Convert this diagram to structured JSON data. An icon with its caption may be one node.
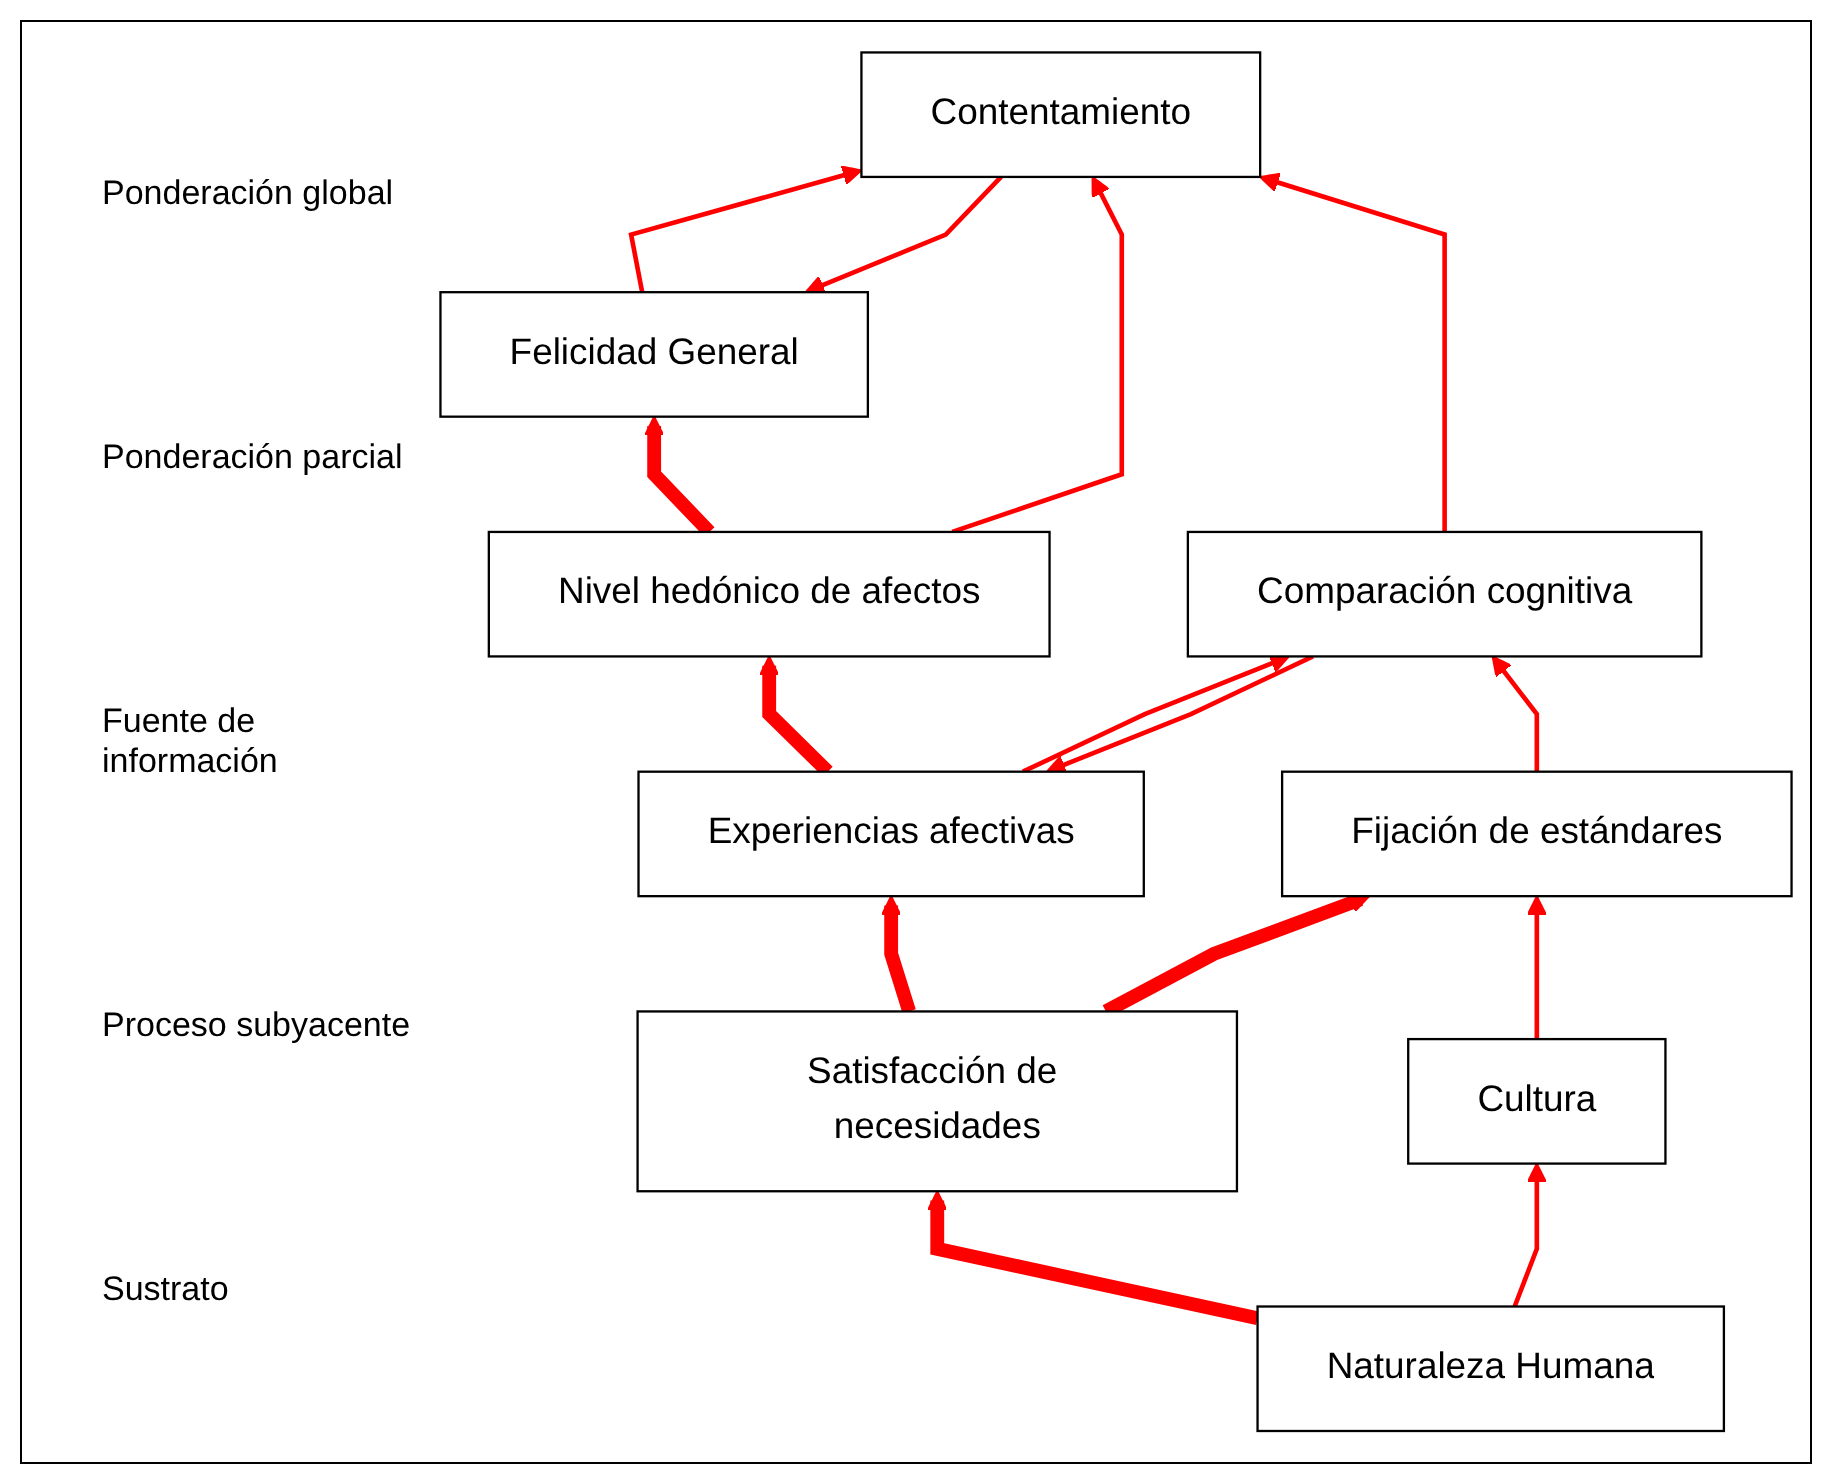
{
  "diagram": {
    "nodes": [
      {
        "text": [
          "Felicidad General"
        ]
      },
      {
        "text": [
          "Nivel hedónico de afectos"
        ]
      },
      {
        "text": [
          "Contentamiento"
        ]
      },
      {
        "text": [
          "Experiencias afectivas"
        ]
      },
      {
        "text": [
          "Comparación cognitiva"
        ]
      },
      {
        "text": [
          "Satisfacción de necesidades"
        ]
      },
      {
        "text": [
          "Fijación de estándares"
        ]
      },
      {
        "text": [
          "Naturaleza Humana"
        ]
      },
      {
        "text": [
          "Cultura"
        ]
      }
    ],
    "edges": [
      {
        "from": 1,
        "to": 0,
        "arrow": "to",
        "style": "thick"
      },
      {
        "from": 0,
        "to": 2,
        "arrow": "to"
      },
      {
        "from": 2,
        "to": 0,
        "arrow": "to"
      },
      {
        "from": 1,
        "to": 2,
        "arrow": "to"
      },
      {
        "from": 3,
        "to": 1,
        "arrow": "to",
        "style": "thick"
      },
      {
        "from": 3,
        "to": 4,
        "arrow": "to"
      },
      {
        "from": 4,
        "to": 3,
        "arrow": "to"
      },
      {
        "from": 4,
        "to": 2,
        "arrow": "to"
      },
      {
        "from": 5,
        "to": 3,
        "arrow": "to",
        "style": "thick"
      },
      {
        "from": 5,
        "to": 6,
        "arrow": "to",
        "style": "thick"
      },
      {
        "from": 6,
        "to": 4,
        "arrow": "to"
      },
      {
        "from": 7,
        "to": 5,
        "arrow": "to",
        "style": "thick"
      },
      {
        "from": 7,
        "to": 8,
        "arrow": "to"
      },
      {
        "from": 8,
        "to": 6,
        "arrow": "to"
      }
    ],
    "labels": [
      "Ponderación global",
      "Ponderación parcial",
      "Fuente de información",
      "Proceso subyacente",
      "Sustrato"
    ]
  }
}
